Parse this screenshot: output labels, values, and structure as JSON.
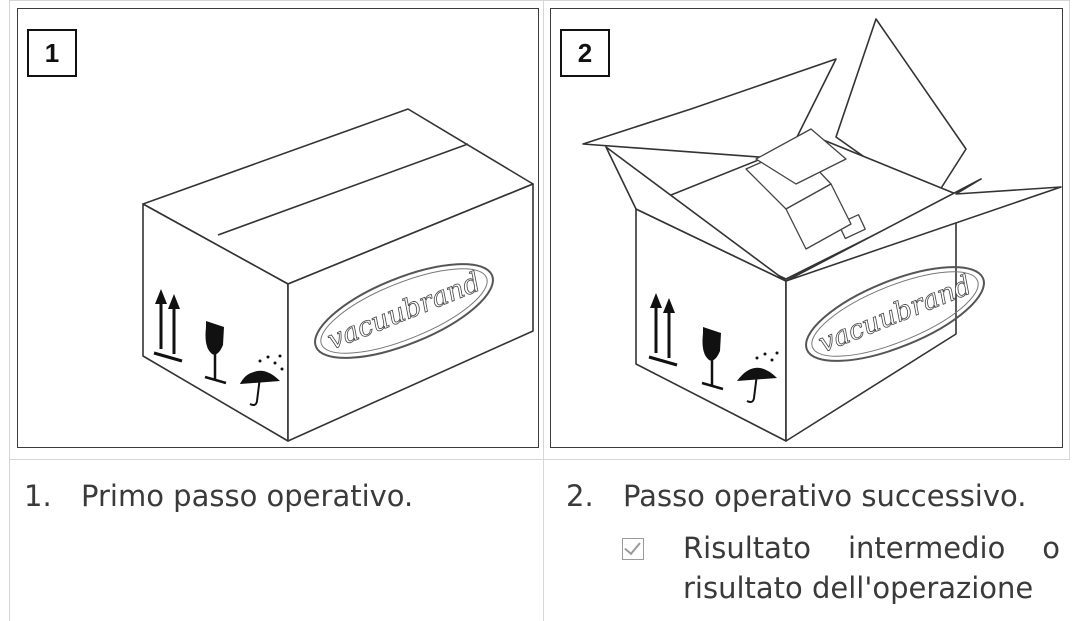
{
  "panels": [
    {
      "number": "1",
      "brand": "vacuubrand"
    },
    {
      "number": "2",
      "brand": "vacuubrand"
    }
  ],
  "steps": [
    {
      "index": "1.",
      "text": "Primo passo operativo."
    },
    {
      "index": "2.",
      "text": "Passo operativo successivo."
    }
  ],
  "result": {
    "icon": "checkbox-checked-icon",
    "text": "Risultato intermedio o risultato dell'operazione"
  }
}
